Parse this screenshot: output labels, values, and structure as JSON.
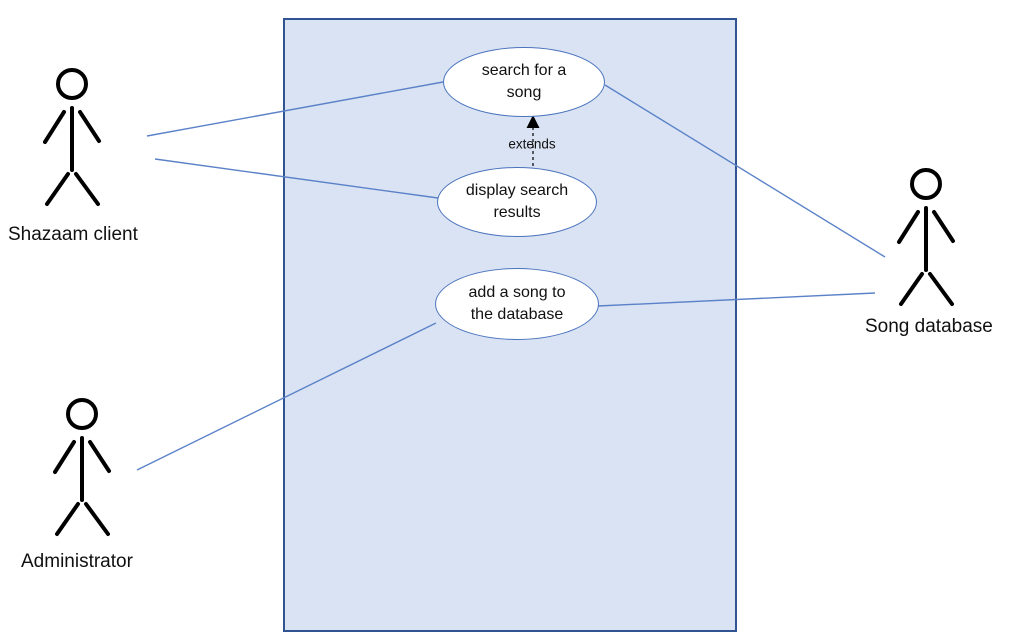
{
  "diagram_type": "uml-use-case",
  "colors": {
    "boundary_fill": "#dae3f3",
    "boundary_border": "#2f5491",
    "ellipse_fill": "#ffffff",
    "ellipse_border": "#4a73bd",
    "connector": "#5b82c8",
    "actor_stroke": "#000000",
    "text": "#111111"
  },
  "actors": [
    {
      "id": "shazaam-client",
      "label": "Shazaam client",
      "position": "left-top"
    },
    {
      "id": "administrator",
      "label": "Administrator",
      "position": "left-bottom"
    },
    {
      "id": "song-database",
      "label": "Song database",
      "position": "right"
    }
  ],
  "use_cases": [
    {
      "id": "search-for-a-song",
      "label": "search for a song",
      "line1": "search for a",
      "line2": "song"
    },
    {
      "id": "display-search-results",
      "label": "display search results",
      "line1": "display search",
      "line2": "results"
    },
    {
      "id": "add-a-song-to-the-database",
      "label": "add a song to the database",
      "line1": "add a song to",
      "line2": "the database"
    }
  ],
  "relationships": [
    {
      "from": "display-search-results",
      "to": "search-for-a-song",
      "label": "extends",
      "style": "dashed-arrow"
    },
    {
      "from": "shazaam-client",
      "to": "search-for-a-song",
      "style": "line"
    },
    {
      "from": "shazaam-client",
      "to": "display-search-results",
      "style": "line"
    },
    {
      "from": "search-for-a-song",
      "to": "song-database",
      "style": "line"
    },
    {
      "from": "add-a-song-to-the-database",
      "to": "song-database",
      "style": "line"
    },
    {
      "from": "administrator",
      "to": "add-a-song-to-the-database",
      "style": "line"
    }
  ]
}
